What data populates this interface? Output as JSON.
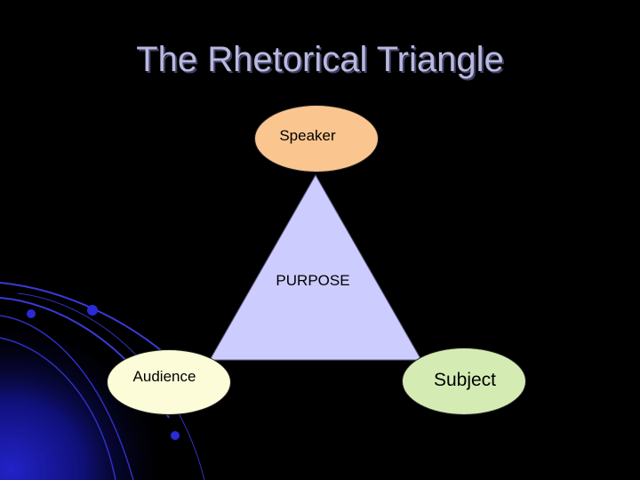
{
  "title": "The Rhetorical Triangle",
  "diagram": {
    "top_node": "Speaker",
    "center_label": "PURPOSE",
    "bottom_left_node": "Audience",
    "bottom_right_node": "Subject"
  },
  "colors": {
    "background": "#000000",
    "title_text": "#b8b8e0",
    "triangle_fill": "#ccccff",
    "speaker_fill": "#fbc58f",
    "audience_fill": "#fcfcd8",
    "subject_fill": "#d4ecb4",
    "decor_blue": "#1a1aa8"
  }
}
